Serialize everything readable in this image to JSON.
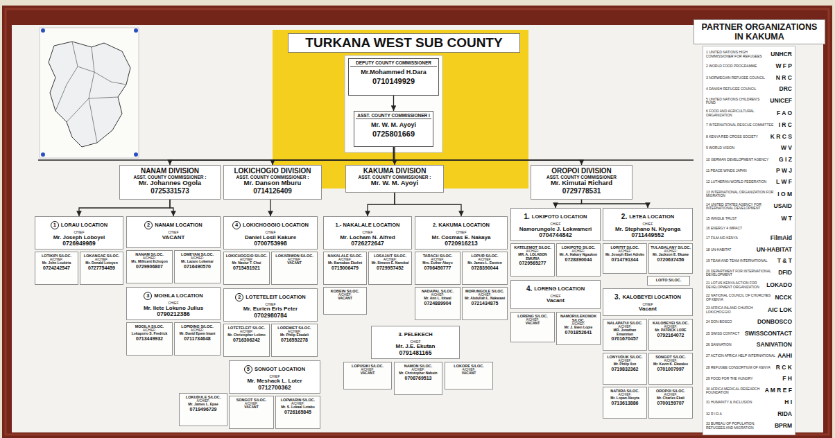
{
  "diagram": {
    "title": "TURKANA WEST SUB COUNTY",
    "nodes": [
      {
        "text": [
          "DEPUTY COUNTY COMMISSIONER",
          "Mr.Mohammed H.Dara",
          "0710149929"
        ]
      },
      {
        "text": [
          "ASST. COUNTY COMMISSIONER I",
          "Mr. W. M. Ayoyi",
          "0725801669"
        ]
      },
      {
        "text": [
          "NANAM DIVISION",
          "ASST. COUNTY COMMISSIONER :",
          "Mr. Johannes Ogola",
          "0725331573"
        ]
      },
      {
        "text": [
          "LOKICHOGIO DIVISION",
          "ASST. COUNTY COMMISSIONER :",
          "Mr. Danson Mburu",
          "0714126409"
        ]
      },
      {
        "text": [
          "KAKUMA DIVISION",
          "ASST. COUNTY COMMISSIONER :",
          "Mr. W. M. Ayoyi"
        ]
      },
      {
        "text": [
          "OROPOI DIVISION",
          "ASST. COUNTY COMMISSIONER",
          "Mr. Kimutai Richard",
          "0729778531"
        ]
      },
      {
        "text": [
          "1",
          "LORAU LOCATION",
          "CHIEF",
          "Mr. Joseph Loboyel",
          "0726949989"
        ]
      },
      {
        "text": [
          "LOTIKIPI S/LOC.",
          "A/CHIEF:",
          "Mr. John Loukiria",
          "0724242547"
        ]
      },
      {
        "text": [
          "LOKANGAE S/LOC.",
          "A/CHIEF:",
          "Mr. Donald Lotoyen",
          "0727754459"
        ]
      },
      {
        "text": [
          "2",
          "NANAM LOCATION",
          "CHIEF",
          "VACANT"
        ]
      },
      {
        "text": [
          "NANAM S/LOC.",
          "A/CHIEF:",
          "Ms. Millicent Echogon",
          "0729906807"
        ]
      },
      {
        "text": [
          "LOMEYAN S/LOC.",
          "A/CHIEF:",
          "Mr. Lazaro Lokemar",
          "0716490570"
        ]
      },
      {
        "text": [
          "3",
          "MOGILA LOCATION",
          "CHIEF",
          "Mr. Ilete Lokuno Julius",
          "0790212386"
        ]
      },
      {
        "text": [
          "MOGILA S/LOC.",
          "A/CHIEF:",
          "Lokaporio S. Fredrick",
          "0713449932"
        ]
      },
      {
        "text": [
          "LOPIDING S/LOC.",
          "A/CHIEF:",
          "Mr. David Epem Imani",
          "0711734648"
        ]
      },
      {
        "text": [
          "4",
          "LOKICHOGGIO LOCATION",
          "CHIEF",
          "Daniel Losil Kakure",
          "0700753998"
        ]
      },
      {
        "text": [
          "LOKICHOGGIO S/LOC.",
          "A/CHIEF:",
          "Mr. Nasiur T. Chui",
          "0715451921"
        ]
      },
      {
        "text": [
          "LOKARIWON S/LOC.",
          "A/CHIEF:",
          "VACANT"
        ]
      },
      {
        "text": [
          "2",
          "LOTETELEIT LOCATION",
          "CHIEF",
          "Mr. Eurien Eris Peter",
          "0702980784"
        ]
      },
      {
        "text": [
          "LOTETELEIT S/LOC.",
          "A/CHIEF:",
          "Mr. Christopher Lolimo",
          "0716306242"
        ]
      },
      {
        "text": [
          "LOREMIET S/LOC.",
          "A/CHIEF:",
          "Mr. Philip Ekadeli",
          "0716552278"
        ]
      },
      {
        "text": [
          "5",
          "SONGOT LOCATION",
          "CHIEF",
          "Mr. Meshack L. Loter",
          "0712700362"
        ]
      },
      {
        "text": [
          "LOKUDULE S/LOC.",
          "A/CHIEF:",
          "Mr. James L. Epae",
          "0719496729"
        ]
      },
      {
        "text": [
          "SONGOT S/LOC.",
          "A/CHIEF:",
          "VACANT"
        ]
      },
      {
        "text": [
          "LOPWARIN S/LOC.",
          "A/CHIEF:",
          "Mr. S. Lokaal Lotabo",
          "0726165845"
        ]
      },
      {
        "text": [
          "1.- NAKALALE LOCATION",
          "CHIEF",
          "Mr. Locham N. Alfred",
          "0726272647"
        ]
      },
      {
        "text": [
          "NAKALALE S/LOC.",
          "A/CHIEF:",
          "Mr. Barnabas Ebelini",
          "0715006479"
        ]
      },
      {
        "text": [
          "LOSAJAIT S/LOC.",
          "A/CHIEF:",
          "Mr. Simeon E. Nanokal",
          "0729957452"
        ]
      },
      {
        "text": [
          "KOBEIN S/LOC.",
          "A/CHIEF:",
          "VACANT"
        ]
      },
      {
        "text": [
          "2. KAKUMA LOCATION",
          "CHIEF",
          "Mr. Cosmas E. Nakaya",
          "0720916213"
        ]
      },
      {
        "text": [
          "TARACH S/LOC.",
          "A/CHIEF:",
          "Mrs. Esther Akeyo",
          "0706450777"
        ]
      },
      {
        "text": [
          "LOPUR S/LOC.",
          "A/CHIEF:",
          "Mr. James L. Ewoton",
          "0728390044"
        ]
      },
      {
        "text": [
          "NADAPAL S/LOC.",
          "A/CHIEF:",
          "Mr. Ann L. Ititwal",
          "0724889904"
        ]
      },
      {
        "text": [
          "MORUNGOLE S/LOC.",
          "A/CHIEF:",
          "Mr. Abdullah L. Nakwawi",
          "0721434875"
        ]
      },
      {
        "text": [
          "3. PELEKECH",
          "CHIEF",
          "Mr. J.E. Ekutan",
          "0791481165"
        ]
      },
      {
        "text": [
          "LOPUSIKI S/LOC.",
          "A/CHIEF:",
          "VACANT"
        ]
      },
      {
        "text": [
          "NAMON S/LOC.",
          "A/CHIEF:",
          "Mr. Christopher Nabuin",
          "0708769513"
        ]
      },
      {
        "text": [
          "LOKORE S/LOC.",
          "A/CHIEF:",
          "VACANT"
        ]
      },
      {
        "text": [
          "1.",
          "LOKIPOTO LOCATION",
          "CHIEF",
          "Namorungole J. Lokwameri",
          "0704744842"
        ]
      },
      {
        "text": [
          "KATELEMOT S/LOC.",
          "A/CHIEF:",
          "MR. A. LOLABON EMURIA",
          "0729565277"
        ]
      },
      {
        "text": [
          "LOKIPOTO S/LOC.",
          "A/CHIEF:",
          "Mr. A. Hakary Ngaukon",
          "0728390044"
        ]
      },
      {
        "text": [
          "2.",
          "LETEA LOCATION",
          "CHIEF",
          "Mr. Stephano N. Kiyonga",
          "0711449552"
        ]
      },
      {
        "text": [
          "LORITIT S/LOC.",
          "A/CHIEF:",
          "Mr. Joseph Ebei Adioko",
          "0714791344"
        ]
      },
      {
        "text": [
          "TULABALANY S/LOC.",
          "A/CHIEF:",
          "Mr. Jackson E. Ekuwe",
          "0720637456"
        ]
      },
      {
        "text": [
          "LOITO S/LOC."
        ]
      },
      {
        "text": [
          "4.",
          "LORENG LOCATION",
          "CHIEF",
          "Vacant"
        ]
      },
      {
        "text": [
          "LORENG S/LOC.",
          "A/CHIEF:",
          "VACANT"
        ]
      },
      {
        "text": [
          "NAMORULEKONOK S/LOC.",
          "A/CHIEF:",
          "Mr. J. Ewoi Lopie",
          "0701852641"
        ]
      },
      {
        "text": [
          "3.",
          "KALOBEYEI LOCATION",
          "CHIEF",
          "Vacant"
        ]
      },
      {
        "text": [
          "NALAPATUI S/LOC.",
          "A/CHIEF:",
          "MR. Jonathan Emanman",
          "0701670457"
        ]
      },
      {
        "text": [
          "KALOBEYEI S/LOC.",
          "A/CHIEF:",
          "Mr. PATRICK LORE",
          "0792164072"
        ]
      },
      {
        "text": [
          "LONYUDUK S/LOC.",
          "A/CHIEF:",
          "Mr. Philip Ilon",
          "0719832362"
        ]
      },
      {
        "text": [
          "SONGOT S/LOC.",
          "A/CHIEF:",
          "Mr. Kevin K. Ekwaleo",
          "0701007997"
        ]
      },
      {
        "text": [
          "NATIIRA S/LOC.",
          "A/CHIEF:",
          "Mr. Lopan Akoyta",
          "0713613886"
        ]
      },
      {
        "text": [
          "OROPOI S/LOC.",
          "A/CHIEF:",
          "Mr. Charles Ekali",
          "0700159707"
        ]
      },
      {
        "text": [
          "PARTNER ORGANIZATIONS IN KAKUMA"
        ]
      },
      {
        "text": [
          "1 UNITED NATIONS HIGH COMMISSIONER FOR REFUGEES",
          "UNHCR",
          "2 WORLD FOOD PROGRAMME",
          "W F P",
          "3 NORWEGIAN REFUGEE COUNCIL",
          "N R C",
          "4 DANISH REFUGEE COUNCIL",
          "DRC",
          "5 UNITED NATIONS CHILDREN'S FUND",
          "UNICEF",
          "6 FOOD AND AGRICULTURAL ORGANIZATION",
          "F A O",
          "7 INTERNATIONAL RESCUE COMMITTEE",
          "I R C",
          "8 KENYA RED CROSS SOCIETY",
          "K R C S",
          "9 WORLD VISION",
          "W V",
          "10 GERMAN DEVELOPMENT AGENCY",
          "G I Z",
          "11 PEACE WINDS JAPAN",
          "P W J",
          "12 LUTHERAN WORLD FEDERATION",
          "L W F",
          "13 INTERNATIONAL ORGANIZATION FOR MIGRATION",
          "I O M",
          "14 UNITED STATES AGENCY FOR INTERNATIONAL DEVELOPMENT",
          "USAID",
          "15 WINDLE TRUST",
          "W T",
          "16 ENERGY 4 IMPACT",
          "17 FILM AID KENYA",
          "FilmAid",
          "18 UN-HABITAT",
          "UN-HABITAT",
          "19 TEAM AND TEAM INTERNATIONAL",
          "T & T",
          "20 DEPARTMENT FOR INTERNATIONAL DEVELOPMENT",
          "DFID",
          "21 LOTUS KENYA ACTION FOR DEVELOPMENT ORGANIZATION",
          "LOKADO",
          "22 NATIONAL COUNCIL OF CHURCHES OF KENYA",
          "NCCK",
          "23 AFRICA INLAND CHURCH LOKICHOGGIO",
          "AIC LOK",
          "24 DON BOSCO",
          "DONBOSCO",
          "25 SWISS CONTACT",
          "SWISSCONTACT",
          "26 SANIVATION",
          "SANIVATION",
          "27 ACTION AFRICA HELP INTERNATIONAL",
          "AAHI",
          "28 REFUGEE CONSORTIUM OF KENYA",
          "R C K",
          "29 FOOD FOR THE HUNGRY",
          "F H",
          "30 AFRICA MEDICAL RESEARCH FOUNDATION",
          "A M R E F",
          "31 HUMANITY & INCLUSION",
          "H I",
          "32 R I D A",
          "RIDA",
          "33 BUREAU OF POPULATION, REFUGEES AND MIGRATION",
          "BPRM"
        ]
      }
    ],
    "edges": [
      {
        "from": 0,
        "to": 1,
        "arrow": "to"
      },
      {
        "from": 1,
        "to": 2,
        "arrow": "to"
      },
      {
        "from": 1,
        "to": 3,
        "arrow": "to"
      },
      {
        "from": 1,
        "to": 4,
        "arrow": "to"
      },
      {
        "from": 1,
        "to": 5,
        "arrow": "to"
      },
      {
        "from": 2,
        "to": 6,
        "arrow": "to"
      },
      {
        "from": 2,
        "to": 9,
        "arrow": "to"
      },
      {
        "from": 3,
        "to": 15,
        "arrow": "to"
      },
      {
        "from": 4,
        "to": 25,
        "arrow": "to"
      },
      {
        "from": 4,
        "to": 29,
        "arrow": "to"
      },
      {
        "from": 5,
        "to": 38,
        "arrow": "to"
      },
      {
        "from": 5,
        "to": 41,
        "arrow": "to"
      }
    ]
  }
}
